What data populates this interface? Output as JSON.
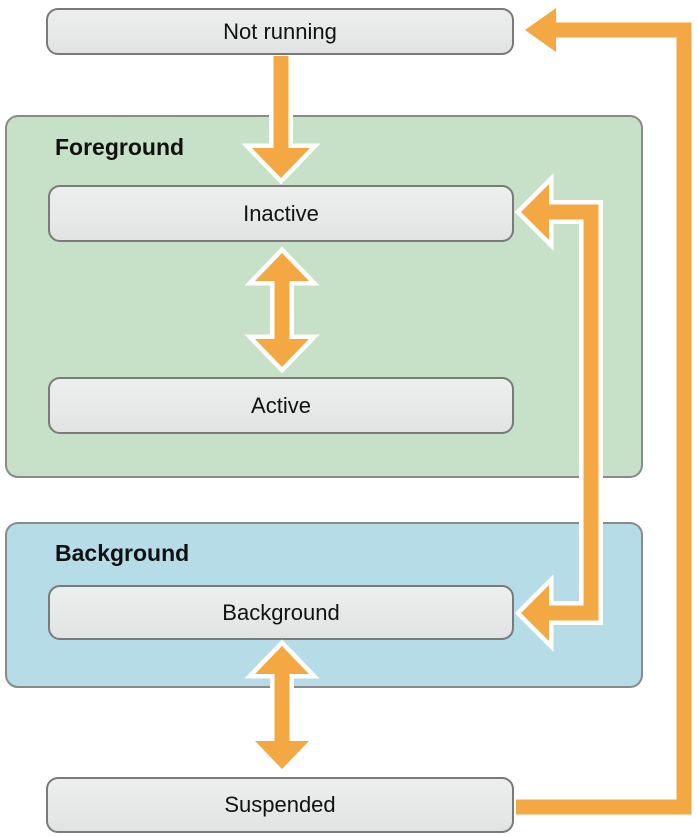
{
  "diagram": {
    "nodes": {
      "not_running": {
        "label": "Not running"
      },
      "inactive": {
        "label": "Inactive"
      },
      "active": {
        "label": "Active"
      },
      "background": {
        "label": "Background"
      },
      "suspended": {
        "label": "Suspended"
      }
    },
    "groups": {
      "foreground": {
        "label": "Foreground"
      },
      "background": {
        "label": "Background"
      }
    },
    "arrows": [
      {
        "name": "not-running-to-inactive",
        "type": "single",
        "from": "not_running",
        "to": "inactive"
      },
      {
        "name": "inactive-active",
        "type": "double",
        "between": [
          "inactive",
          "active"
        ]
      },
      {
        "name": "inactive-background",
        "type": "double-elbow",
        "between": [
          "inactive",
          "background"
        ]
      },
      {
        "name": "background-suspended",
        "type": "double",
        "between": [
          "background",
          "suspended"
        ]
      },
      {
        "name": "suspended-to-not-running",
        "type": "elbow-loop",
        "from": "suspended",
        "to": "not_running"
      }
    ]
  },
  "colors": {
    "arrow_orange": "#F4A843",
    "foreground_fill": "#C6E1C7",
    "background_fill": "#B5DCE7",
    "state_fill_top": "#EDEEEE",
    "state_fill_bottom": "#E2E3E3",
    "state_border": "#7A7A7A",
    "group_border": "#8A8A8A",
    "text": "#111111",
    "canvas_bg": "#FFFFFF"
  }
}
